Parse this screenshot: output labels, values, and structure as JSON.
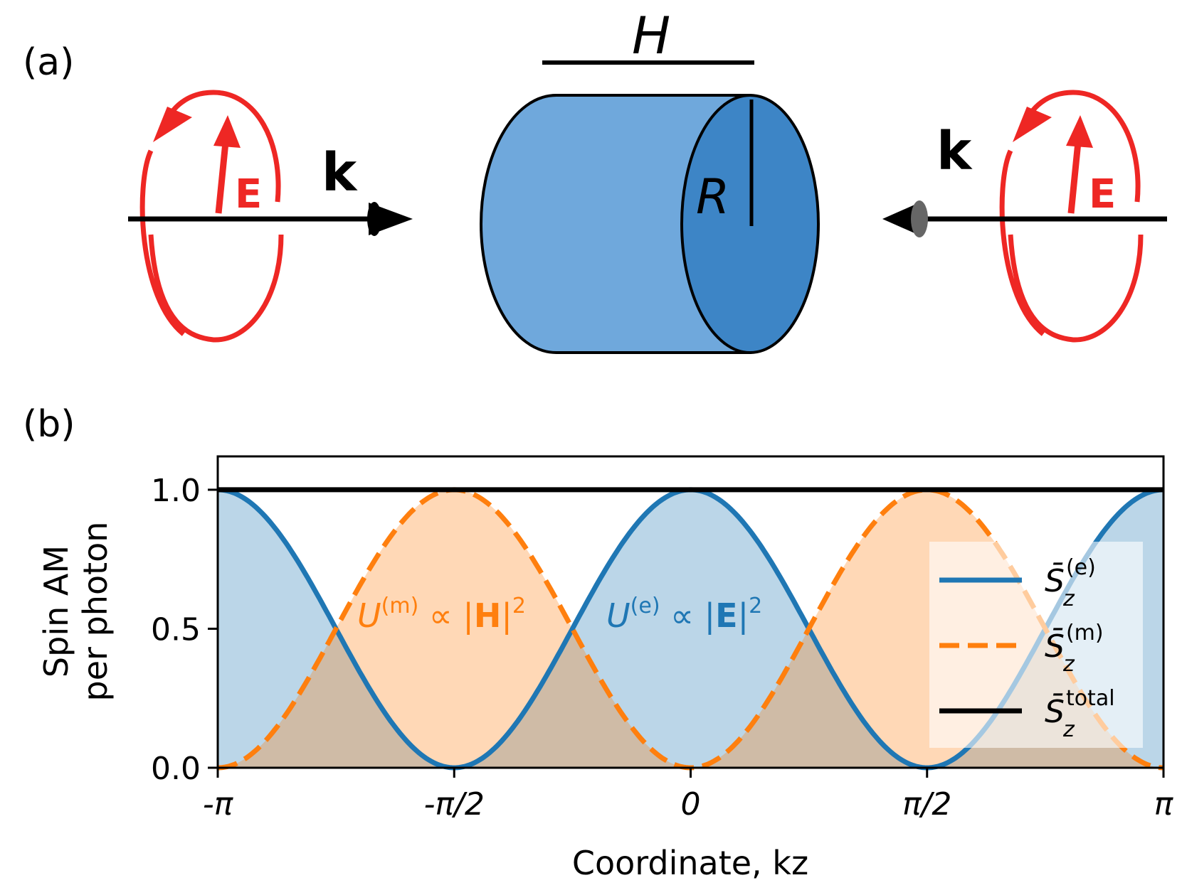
{
  "panel_a": {
    "label": "(a)",
    "wave_left": {
      "k_label": "k",
      "e_label": "E"
    },
    "wave_right": {
      "k_label": "k",
      "e_label": "E"
    },
    "cylinder": {
      "height_label": "H",
      "radius_label": "R"
    }
  },
  "panel_b": {
    "label": "(b)",
    "annotation_m": {
      "prefix": "U",
      "sup": "(m)",
      "rest": " ∝ |",
      "bold": "H",
      "end": "|",
      "sup2": "2"
    },
    "annotation_e": {
      "prefix": "U",
      "sup": "(e)",
      "rest": " ∝ |",
      "bold": "E",
      "end": "|",
      "sup2": "2"
    },
    "legend": [
      {
        "base": "S̄",
        "sub": "z",
        "sup": "(e)"
      },
      {
        "base": "S̄",
        "sub": "z",
        "sup": "(m)"
      },
      {
        "base": "S̄",
        "sub": "z",
        "sup": "total"
      }
    ]
  },
  "colors": {
    "red": "#ee2724",
    "blue_curve": "#1f77b4",
    "orange_curve": "#ff7f0e",
    "cyl_side": "#6fa8dc",
    "cyl_face": "#3d85c6"
  },
  "chart_data": {
    "type": "line",
    "xlabel": "Coordinate, kz",
    "ylabel_line1": "Spin AM",
    "ylabel_line2": "per photon",
    "xlim": [
      -3.14159,
      3.14159
    ],
    "ylim": [
      0,
      1.12
    ],
    "xticks": [
      {
        "value": -3.14159,
        "label": "-π"
      },
      {
        "value": -1.5708,
        "label": "-π/2"
      },
      {
        "value": 0,
        "label": "0"
      },
      {
        "value": 1.5708,
        "label": "π/2"
      },
      {
        "value": 3.14159,
        "label": "π"
      }
    ],
    "yticks": [
      {
        "value": 0.0,
        "label": "0.0"
      },
      {
        "value": 0.5,
        "label": "0.5"
      },
      {
        "value": 1.0,
        "label": "1.0"
      }
    ],
    "series": [
      {
        "function": "cos^2(kz)",
        "style": "solid",
        "color": "#1f77b4",
        "fill": true
      },
      {
        "function": "sin^2(kz)",
        "style": "dashed",
        "color": "#ff7f0e",
        "fill": true
      },
      {
        "function": "1",
        "style": "solid",
        "color": "#000000",
        "fill": false
      }
    ],
    "legend_position": "right"
  }
}
